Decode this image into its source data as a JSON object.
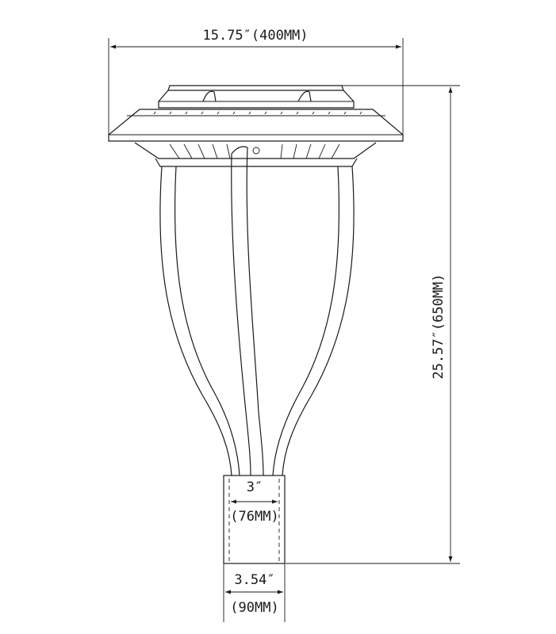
{
  "dimensions": {
    "width_label": "15.75″(400MM)",
    "height_label": "25.57″(650MM)",
    "inner_label_inch": "3″",
    "inner_label_mm": "(76MM)",
    "outer_label_inch": "3.54″",
    "outer_label_mm": "(90MM)"
  },
  "colors": {
    "line": "#1a1a1a",
    "background": "#ffffff"
  }
}
